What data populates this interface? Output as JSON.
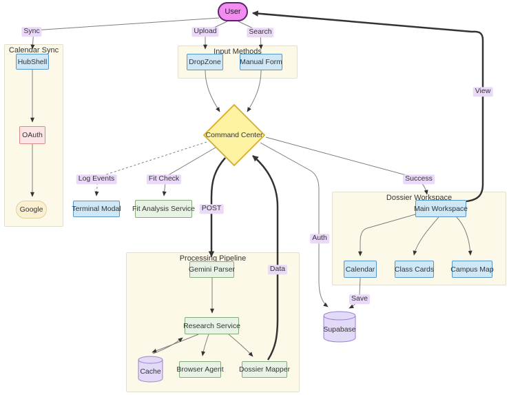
{
  "diagram": {
    "nodes": {
      "user": "User",
      "hubshell": "HubShell",
      "oauth": "OAuth",
      "google": "Google",
      "dropzone": "DropZone",
      "manual_form": "Manual Form",
      "command_center": "Command Center",
      "terminal_modal": "Terminal Modal",
      "fit_analysis": "Fit Analysis Service",
      "gemini_parser": "Gemini Parser",
      "research_service": "Research Service",
      "cache": "Cache",
      "browser_agent": "Browser Agent",
      "dossier_mapper": "Dossier Mapper",
      "main_workspace": "Main Workspace",
      "calendar": "Calendar",
      "class_cards": "Class Cards",
      "campus_map": "Campus Map",
      "supabase": "Supabase"
    },
    "subgraphs": {
      "calendar_sync": "Calendar Sync",
      "input_methods": "Input Methods",
      "processing_pipeline": "Processing Pipeline",
      "dossier_workspace": "Dossier Workspace"
    },
    "edge_labels": {
      "sync": "Sync",
      "upload": "Upload",
      "search": "Search",
      "log_events": "Log Events",
      "fit_check": "Fit Check",
      "post": "POST",
      "auth": "Auth",
      "success": "Success",
      "data": "Data",
      "save": "Save",
      "view": "View"
    },
    "colors": {
      "user_fill": "#f38cf1",
      "user_stroke": "#5b2466",
      "diamond_fill": "#fdf3a3",
      "diamond_stroke": "#d9b23d",
      "blue_fill": "#cfe8f8",
      "blue_stroke": "#5596c6",
      "green_fill": "#e9f3e5",
      "green_stroke": "#84aa7a",
      "pink_fill": "#fbe5e4",
      "pink_stroke": "#d98a8a",
      "cream_fill": "#fbf0d2",
      "cream_stroke": "#e3cf9e",
      "cylinder_fill": "#e3daf8",
      "cylinder_stroke": "#9a7fd1",
      "subgraph_fill": "#fdf9e8",
      "edge_label_bg": "#ead9f8",
      "edge_thin": "#7d7d7d",
      "edge_thick": "#333333"
    }
  }
}
